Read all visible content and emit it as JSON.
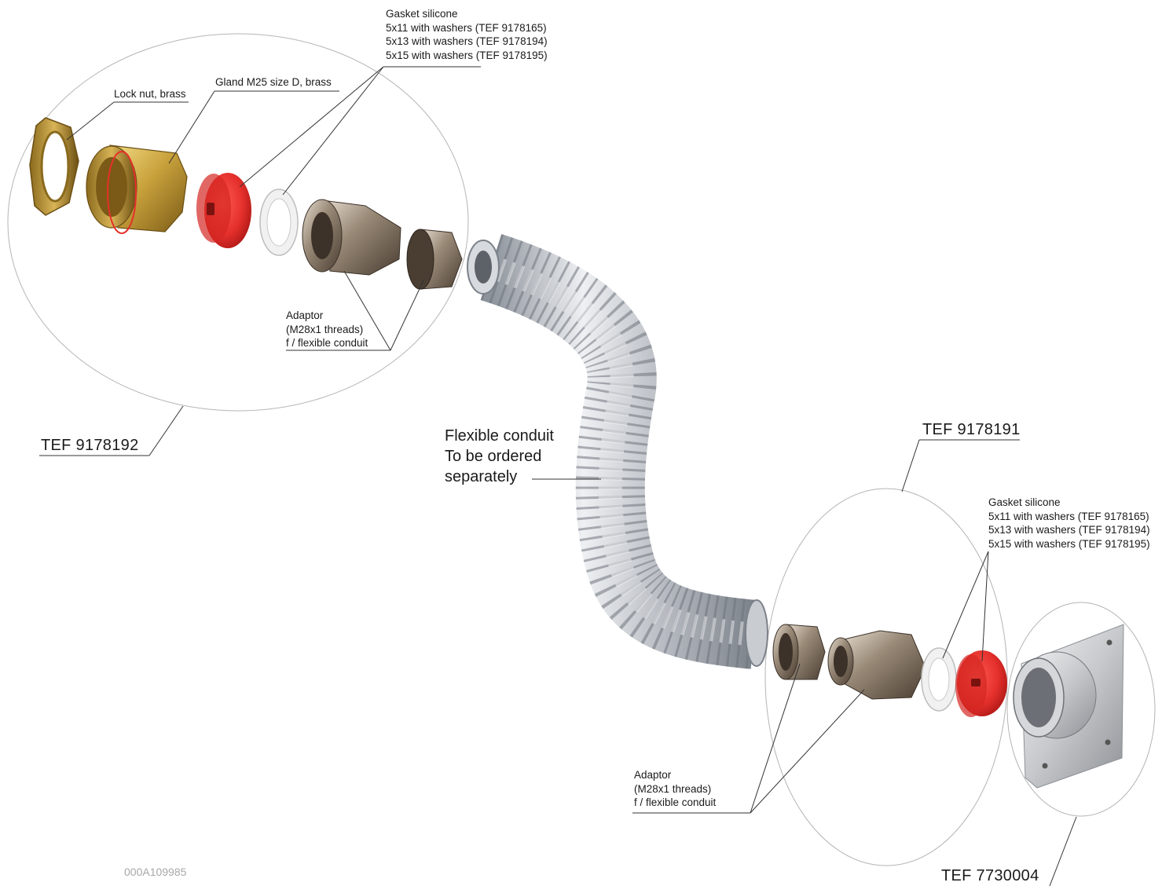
{
  "labels": {
    "gasket_top": {
      "title": "Gasket silicone",
      "lines": [
        "5x11 with washers (TEF 9178165)",
        "5x13 with washers (TEF 9178194)",
        "5x15 with washers (TEF 9178195)"
      ]
    },
    "gland": "Gland M25 size D, brass",
    "lock_nut": "Lock nut, brass",
    "adaptor_top": [
      "Adaptor",
      "(M28x1 threads)",
      "f / flexible conduit"
    ],
    "kit_left": "TEF 9178192",
    "conduit_note": [
      "Flexible conduit",
      "To be ordered",
      "separately"
    ],
    "kit_right": "TEF 9178191",
    "gasket_bottom": {
      "title": "Gasket silicone",
      "lines": [
        "5x11 with washers (TEF 9178165)",
        "5x13 with washers (TEF 9178194)",
        "5x15 with washers (TEF 9178195)"
      ]
    },
    "adaptor_bottom": [
      "Adaptor",
      "(M28x1 threads)",
      "f / flexible conduit"
    ],
    "kit_bracket": "TEF 7730004",
    "drawing_number": "000A109985"
  },
  "colors": {
    "brass": "#c9a23c",
    "gasket": "#e5302c",
    "washer": "#d9d9d9",
    "nickel": "#9a8a78",
    "conduit": "#b8bcc2",
    "leader": "#333333",
    "circle": "#b5b5b5"
  }
}
